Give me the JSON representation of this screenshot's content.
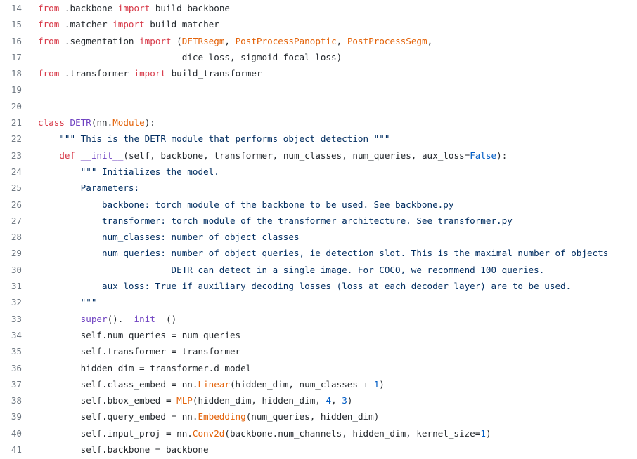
{
  "lines": [
    {
      "no": "14",
      "segments": [
        [
          "k",
          "from"
        ],
        [
          "n",
          " .backbone "
        ],
        [
          "k",
          "import"
        ],
        [
          "n",
          " build_backbone"
        ]
      ]
    },
    {
      "no": "15",
      "segments": [
        [
          "k",
          "from"
        ],
        [
          "n",
          " .matcher "
        ],
        [
          "k",
          "import"
        ],
        [
          "n",
          " build_matcher"
        ]
      ]
    },
    {
      "no": "16",
      "segments": [
        [
          "k",
          "from"
        ],
        [
          "n",
          " .segmentation "
        ],
        [
          "k",
          "import"
        ],
        [
          "n",
          " ("
        ],
        [
          "o",
          "DETRsegm"
        ],
        [
          "n",
          ", "
        ],
        [
          "o",
          "PostProcessPanoptic"
        ],
        [
          "n",
          ", "
        ],
        [
          "o",
          "PostProcessSegm"
        ],
        [
          "n",
          ","
        ]
      ]
    },
    {
      "no": "17",
      "segments": [
        [
          "n",
          "                           dice_loss, sigmoid_focal_loss)"
        ]
      ]
    },
    {
      "no": "18",
      "segments": [
        [
          "k",
          "from"
        ],
        [
          "n",
          " .transformer "
        ],
        [
          "k",
          "import"
        ],
        [
          "n",
          " build_transformer"
        ]
      ]
    },
    {
      "no": "19",
      "segments": []
    },
    {
      "no": "20",
      "segments": []
    },
    {
      "no": "21",
      "segments": [
        [
          "k",
          "class"
        ],
        [
          "n",
          " "
        ],
        [
          "f",
          "DETR"
        ],
        [
          "n",
          "(nn."
        ],
        [
          "o",
          "Module"
        ],
        [
          "n",
          "):"
        ]
      ]
    },
    {
      "no": "22",
      "segments": [
        [
          "s",
          "    \"\"\" This is the DETR module that performs object detection \"\"\""
        ]
      ]
    },
    {
      "no": "23",
      "segments": [
        [
          "n",
          "    "
        ],
        [
          "k",
          "def"
        ],
        [
          "n",
          " "
        ],
        [
          "f",
          "__init__"
        ],
        [
          "n",
          "(self, backbone, transformer, num_classes, num_queries, aux_loss="
        ],
        [
          "b",
          "False"
        ],
        [
          "n",
          "):"
        ]
      ]
    },
    {
      "no": "24",
      "segments": [
        [
          "s",
          "        \"\"\" Initializes the model."
        ]
      ]
    },
    {
      "no": "25",
      "segments": [
        [
          "s",
          "        Parameters:"
        ]
      ]
    },
    {
      "no": "26",
      "segments": [
        [
          "s",
          "            backbone: torch module of the backbone to be used. See backbone.py"
        ]
      ]
    },
    {
      "no": "27",
      "segments": [
        [
          "s",
          "            transformer: torch module of the transformer architecture. See transformer.py"
        ]
      ]
    },
    {
      "no": "28",
      "segments": [
        [
          "s",
          "            num_classes: number of object classes"
        ]
      ]
    },
    {
      "no": "29",
      "segments": [
        [
          "s",
          "            num_queries: number of object queries, ie detection slot. This is the maximal number of objects"
        ]
      ]
    },
    {
      "no": "30",
      "segments": [
        [
          "s",
          "                         DETR can detect in a single image. For COCO, we recommend 100 queries."
        ]
      ]
    },
    {
      "no": "31",
      "segments": [
        [
          "s",
          "            aux_loss: True if auxiliary decoding losses (loss at each decoder layer) are to be used."
        ]
      ]
    },
    {
      "no": "32",
      "segments": [
        [
          "s",
          "        \"\"\""
        ]
      ]
    },
    {
      "no": "33",
      "segments": [
        [
          "n",
          "        "
        ],
        [
          "c",
          "super"
        ],
        [
          "n",
          "()."
        ],
        [
          "f",
          "__init__"
        ],
        [
          "n",
          "()"
        ]
      ]
    },
    {
      "no": "34",
      "segments": [
        [
          "n",
          "        self.num_queries = num_queries"
        ]
      ]
    },
    {
      "no": "35",
      "segments": [
        [
          "n",
          "        self.transformer = transformer"
        ]
      ]
    },
    {
      "no": "36",
      "segments": [
        [
          "n",
          "        hidden_dim = transformer.d_model"
        ]
      ]
    },
    {
      "no": "37",
      "segments": [
        [
          "n",
          "        self.class_embed = nn."
        ],
        [
          "o",
          "Linear"
        ],
        [
          "n",
          "(hidden_dim, num_classes + "
        ],
        [
          "b",
          "1"
        ],
        [
          "n",
          ")"
        ]
      ]
    },
    {
      "no": "38",
      "segments": [
        [
          "n",
          "        self.bbox_embed = "
        ],
        [
          "o",
          "MLP"
        ],
        [
          "n",
          "(hidden_dim, hidden_dim, "
        ],
        [
          "b",
          "4"
        ],
        [
          "n",
          ", "
        ],
        [
          "b",
          "3"
        ],
        [
          "n",
          ")"
        ]
      ]
    },
    {
      "no": "39",
      "segments": [
        [
          "n",
          "        self.query_embed = nn."
        ],
        [
          "o",
          "Embedding"
        ],
        [
          "n",
          "(num_queries, hidden_dim)"
        ]
      ]
    },
    {
      "no": "40",
      "segments": [
        [
          "n",
          "        self.input_proj = nn."
        ],
        [
          "o",
          "Conv2d"
        ],
        [
          "n",
          "(backbone.num_channels, hidden_dim, kernel_size="
        ],
        [
          "b",
          "1"
        ],
        [
          "n",
          ")"
        ]
      ]
    },
    {
      "no": "41",
      "segments": [
        [
          "n",
          "        self.backbone = backbone"
        ]
      ]
    }
  ]
}
